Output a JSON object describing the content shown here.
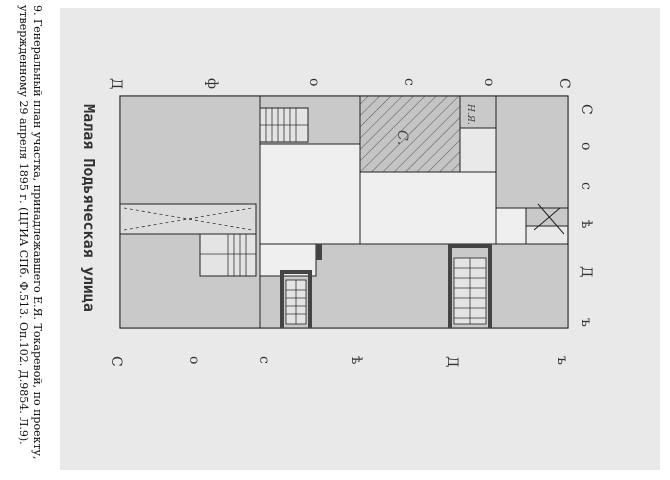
{
  "caption": "9. Генеральный план участка, принадлежавшего Е.Я. Токаревой, по проекту, утвержденному 29 апреля 1895 г. (ЦГИА СПб. Ф.513. Оп.102. Д.9854. Л.9).",
  "street_label": "Малая Подьяческая улица",
  "edge_top_letters": [
    "Д",
    "ф",
    "о",
    "с",
    "о",
    "С"
  ],
  "edge_bottom_letters": [
    "С",
    "о",
    "с",
    "ѣ",
    "Д",
    "ъ"
  ],
  "edge_right_letters": [
    "С",
    "о",
    "с",
    "ѣ",
    "Д",
    "ъ"
  ],
  "hatched_mark": "С.",
  "corner_mark": "Н.Я."
}
